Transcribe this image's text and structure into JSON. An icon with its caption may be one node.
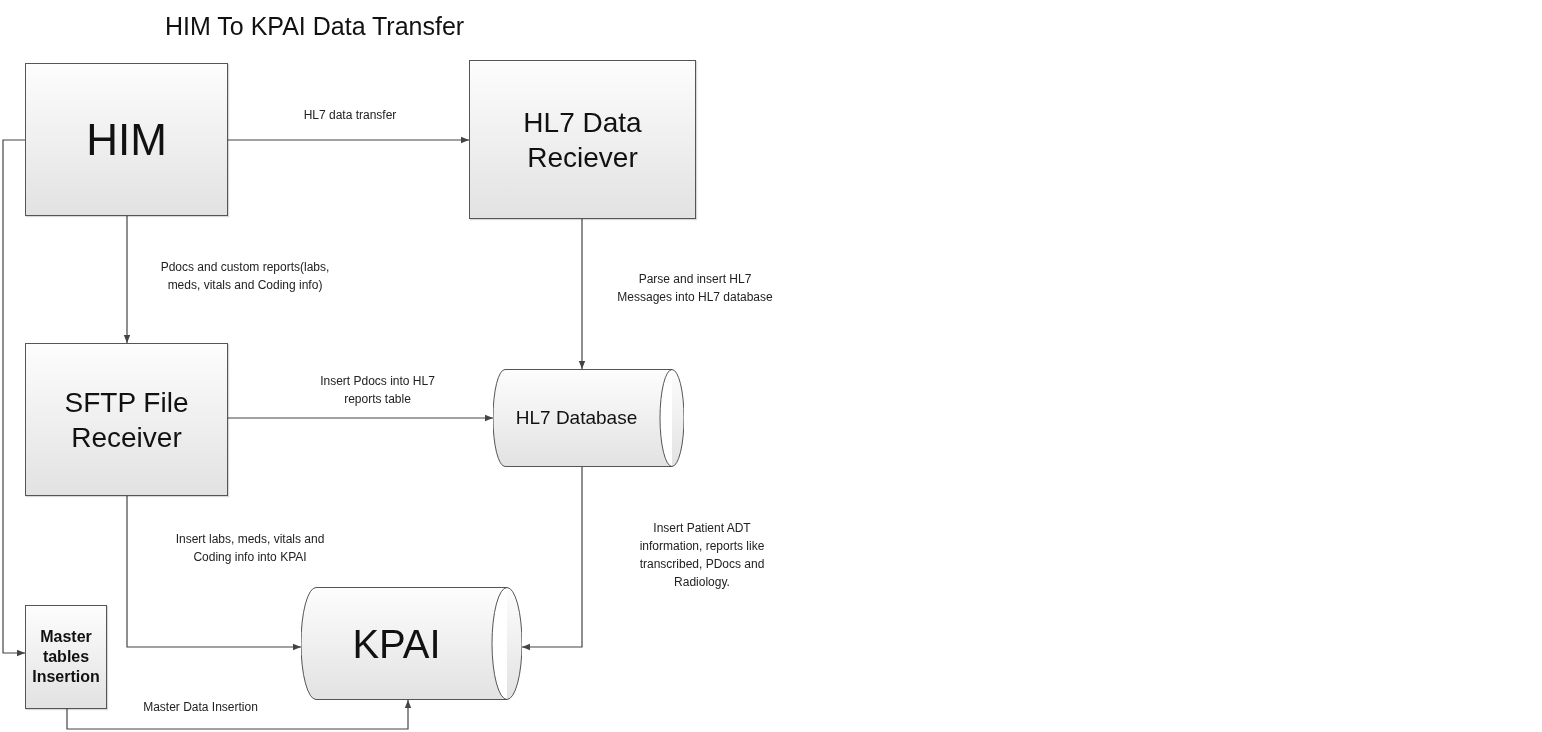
{
  "diagram": {
    "title": "HIM To KPAI Data Transfer",
    "nodes": [
      {
        "text": [
          "HIM"
        ]
      },
      {
        "text": [
          "HL7 Data Reciever"
        ]
      },
      {
        "text": [
          "SFTP File Receiver"
        ]
      },
      {
        "text": [
          "HL7 Database"
        ]
      },
      {
        "text": [
          "KPAI"
        ]
      },
      {
        "text": [
          "Master tables Insertion"
        ]
      }
    ],
    "edges": [
      {
        "from": 0,
        "to": 1,
        "arrow": "to",
        "label": "HL7 data transfer"
      },
      {
        "from": 0,
        "to": 2,
        "arrow": "to",
        "label": "Pdocs and custom reports(labs, meds, vitals and Coding info)"
      },
      {
        "from": 1,
        "to": 3,
        "arrow": "to",
        "label": "Parse and insert HL7 Messages into HL7 database"
      },
      {
        "from": 2,
        "to": 3,
        "arrow": "to",
        "label": "Insert Pdocs into HL7 reports table"
      },
      {
        "from": 2,
        "to": 4,
        "arrow": "to",
        "label": "Insert labs, meds, vitals and Coding info into KPAI"
      },
      {
        "from": 3,
        "to": 4,
        "arrow": "to",
        "label": "Insert Patient ADT information, reports like transcribed, PDocs and Radiology."
      },
      {
        "from": 0,
        "to": 5,
        "arrow": "to"
      },
      {
        "from": 5,
        "to": 4,
        "arrow": "to",
        "label": "Master Data Insertion"
      }
    ]
  }
}
